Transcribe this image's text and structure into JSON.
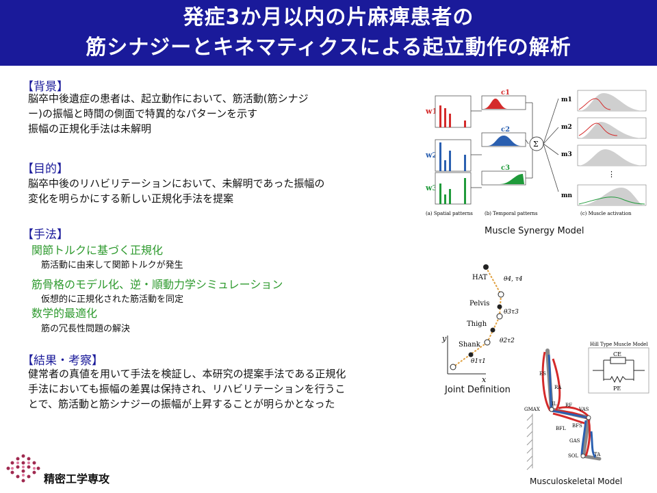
{
  "title": {
    "line1": "発症3か月以内の片麻痺患者の",
    "line2": "筋シナジーとキネマティクスによる起立動作の解析"
  },
  "background": {
    "heading": "【背景】",
    "lines": [
      "脳卒中後遺症の患者は、起立動作において、筋活動(筋シナジ",
      "ー)の振幅と時間の側面で特異的なパターンを示す",
      "振幅の正規化手法は未解明"
    ]
  },
  "purpose": {
    "heading": "【目的】",
    "lines": [
      "脳卒中後のリハビリテーションにおいて、未解明であった振幅の",
      "変化を明らかにする新しい正規化手法を提案"
    ]
  },
  "method": {
    "heading": "【手法】",
    "items": [
      {
        "title": "関節トルクに基づく正規化",
        "detail": "筋活動に由来して関節トルクが発生"
      },
      {
        "title": "筋骨格のモデル化、逆・順動力学シミュレーション",
        "detail": "仮想的に正規化された筋活動を同定"
      },
      {
        "title": "数学的最適化",
        "detail": "筋の冗長性問題の解決"
      }
    ]
  },
  "results": {
    "heading": "【結果・考察】",
    "lines": [
      "健常者の真値を用いて手法を検証し、本研究の提案手法である正規化",
      "手法においても振幅の差異は保持され、リハビリテーションを行うこ",
      "とで、筋活動と筋シナジーの振幅が上昇することが明らかとなった"
    ]
  },
  "logo": {
    "text": "精密工学専攻"
  },
  "figures": {
    "synergy": {
      "caption": "Muscle Synergy Model",
      "w_labels": [
        "w1",
        "w2",
        "w3"
      ],
      "c_labels": [
        "c1",
        "c2",
        "c3"
      ],
      "m_labels": [
        "m1",
        "m2",
        "m3",
        "mn"
      ],
      "sub_a": "(a) Spatial patterns",
      "sub_b": "(b) Temporal patterns",
      "sub_c": "(c) Muscle activation",
      "sum_symbol": "Σ",
      "dots": "⋮"
    },
    "joint": {
      "caption": "Joint Definition",
      "segments": [
        "HAT",
        "Pelvis",
        "Thigh",
        "Shank"
      ],
      "angles": [
        "θ4, τ4",
        "θ3τ3",
        "θ2τ2",
        "θ1τ1"
      ],
      "axis_x": "x",
      "axis_y": "y"
    },
    "musculo": {
      "caption": "Musculoskeletal Model",
      "hill_title": "Hill Type Muscle Model",
      "hill_ce": "CE",
      "hill_pe": "PE",
      "muscles": [
        "ES",
        "RA",
        "IL",
        "GMAX",
        "RF",
        "VAS",
        "BFL",
        "BFS",
        "GAS",
        "SOL",
        "TA"
      ]
    }
  },
  "colors": {
    "banner": "#1a1a9a",
    "heading": "#1a1a9a",
    "sub": "#2e9a2e",
    "red": "#d42a2a",
    "blue": "#2a5fb0",
    "green": "#1f9a3a"
  }
}
